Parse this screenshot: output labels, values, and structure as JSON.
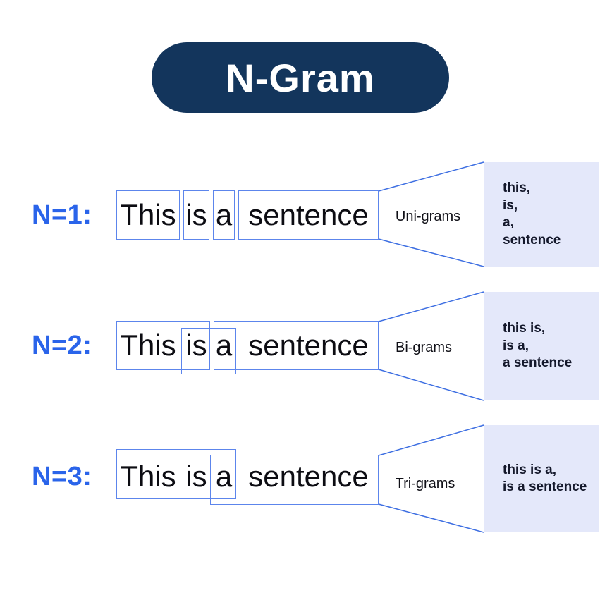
{
  "title": "N-Gram",
  "sentence": {
    "words": [
      "This",
      "is",
      "a",
      "sentence"
    ]
  },
  "rows": [
    {
      "n_label": "N=1:",
      "gram_label": "Uni-grams",
      "grams": [
        "this,",
        "is,",
        "a,",
        "sentence"
      ]
    },
    {
      "n_label": "N=2:",
      "gram_label": "Bi-grams",
      "grams": [
        "this is,",
        "is a,",
        "a sentence"
      ]
    },
    {
      "n_label": "N=3:",
      "gram_label": "Tri-grams",
      "grams": [
        "this is a,",
        "is a sentence"
      ]
    }
  ],
  "colors": {
    "pill_bg": "#13355C",
    "pill_text": "#FFFFFF",
    "n_label_blue": "#2A64EA",
    "box_border_blue": "#5C85EC",
    "funnel_line_blue": "#3E6FE2",
    "panel_bg_lavender": "#E4E8FA",
    "panel_text": "#14182B",
    "sentence_text": "#0C0C12"
  }
}
